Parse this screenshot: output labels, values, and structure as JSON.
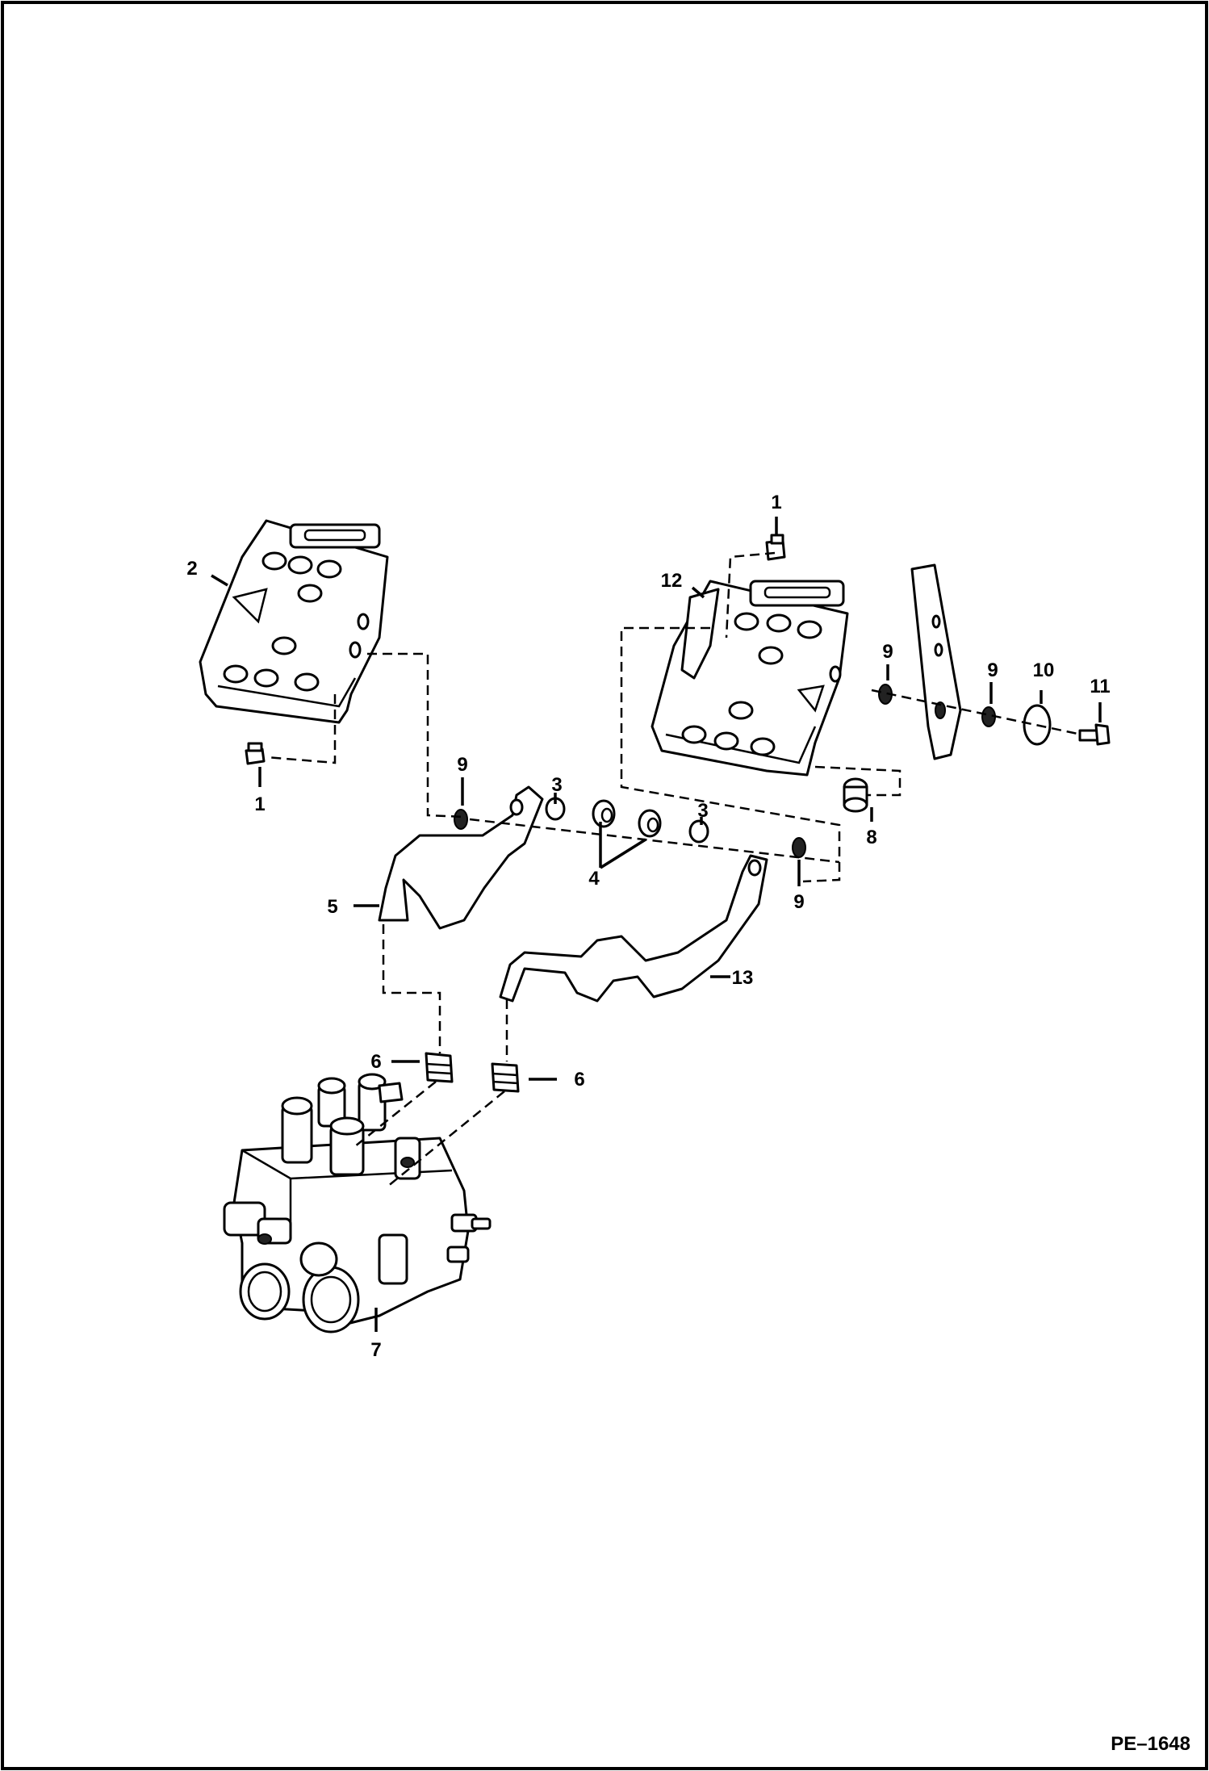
{
  "figure_code": "PE–1648",
  "callouts": {
    "c1a": "1",
    "c1b": "1",
    "c2": "2",
    "c3a": "3",
    "c3b": "3",
    "c4": "4",
    "c5": "5",
    "c6a": "6",
    "c6b": "6",
    "c7": "7",
    "c8": "8",
    "c9a": "9",
    "c9b": "9",
    "c9c": "9",
    "c9d": "9",
    "c10": "10",
    "c11": "11",
    "c12": "12",
    "c13": "13"
  }
}
